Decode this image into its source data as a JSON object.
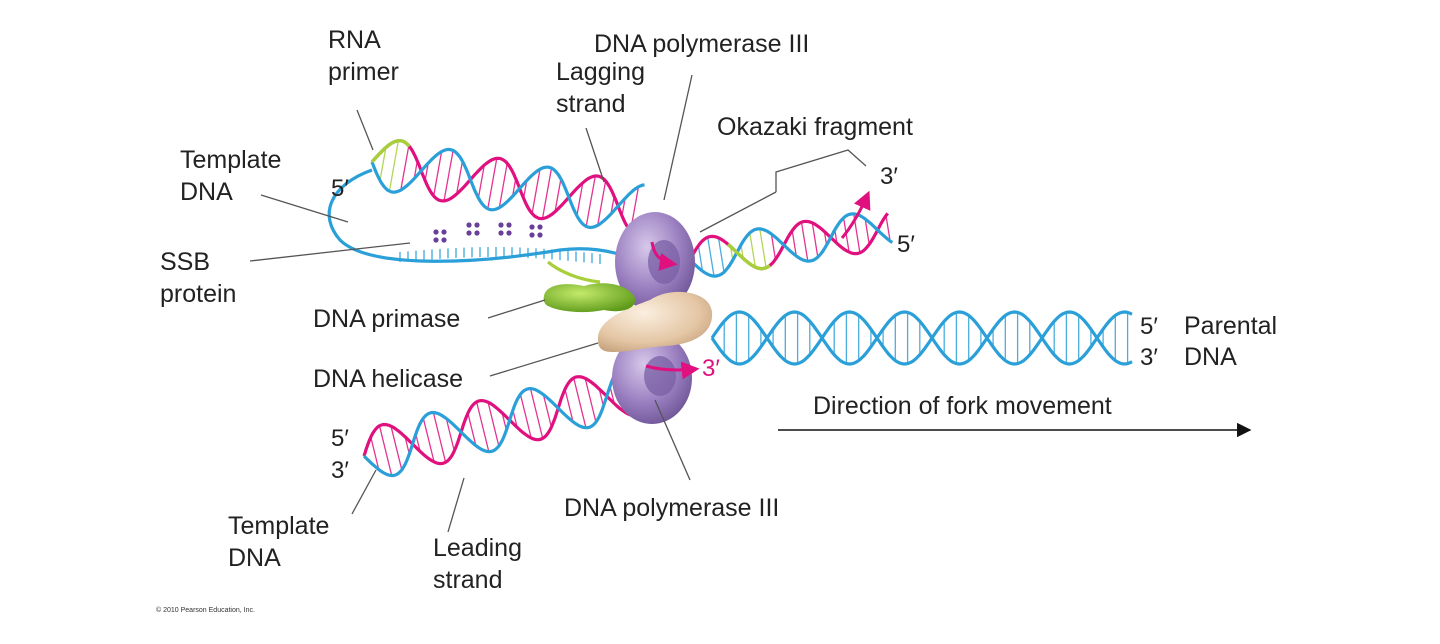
{
  "labels": {
    "rna_primer_1": "RNA",
    "rna_primer_2": "primer",
    "dna_pol3_top": "DNA polymerase III",
    "lagging_1": "Lagging",
    "lagging_2": "strand",
    "okazaki": "Okazaki fragment",
    "template_top_1": "Template",
    "template_top_2": "DNA",
    "ssb_1": "SSB",
    "ssb_2": "protein",
    "primase": "DNA primase",
    "helicase": "DNA helicase",
    "parental_1": "Parental",
    "parental_2": "DNA",
    "direction": "Direction of fork movement",
    "dna_pol3_bottom": "DNA polymerase III",
    "template_bottom_1": "Template",
    "template_bottom_2": "DNA",
    "leading_1": "Leading",
    "leading_2": "strand"
  },
  "ends": {
    "lag_top_5": "5′",
    "okazaki_3": "3′",
    "lag_right_5": "5′",
    "parental_5": "5′",
    "parental_3": "3′",
    "pol_3": "3′",
    "bottom_5": "5′",
    "bottom_3": "3′"
  },
  "copyright": "© 2010 Pearson Education, Inc.",
  "colors": {
    "template_strand": "#2a9fd8",
    "new_strand": "#e0107f",
    "rna_primer": "#a6cf3a",
    "polymerase": "#9a7fc0",
    "primase": "#7fbf2a",
    "helicase": "#e8cfb0",
    "ssb": "#6a3f9a"
  }
}
